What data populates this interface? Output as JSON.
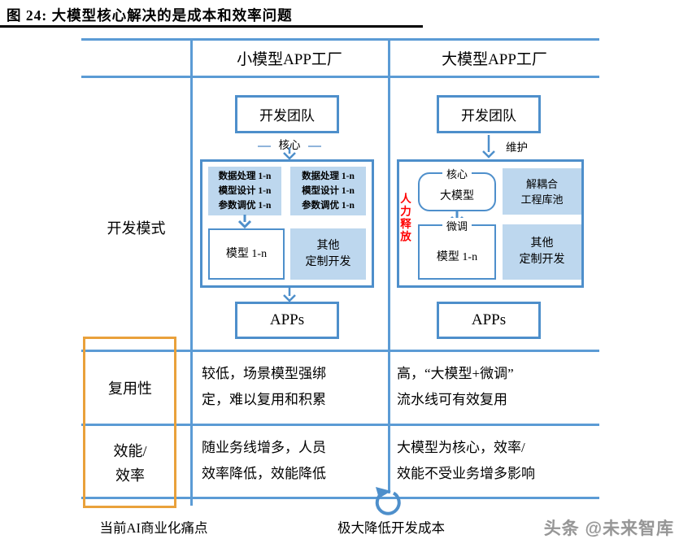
{
  "figure": {
    "title": "图 24:  大模型核心解决的是成本和效率问题"
  },
  "header": {
    "small": "小模型APP工厂",
    "large": "大模型APP工厂"
  },
  "rows": {
    "dev_mode_label": "开发模式",
    "reuse_label": "复用性",
    "eff_label_line1": "效能/",
    "eff_label_line2": "效率"
  },
  "small_factory": {
    "dev_team": "开发团队",
    "core": "核心",
    "pipeline_left": {
      "l1": "数据处理 1-n",
      "l2": "模型设计 1-n",
      "l3": "参数调优 1-n"
    },
    "pipeline_right": {
      "l1": "数据处理 1-n",
      "l2": "模型设计 1-n",
      "l3": "参数调优 1-n"
    },
    "model": "模型 1-n",
    "other": {
      "l1": "其他",
      "l2": "定制开发"
    },
    "apps": "APPs",
    "reuse": {
      "l1": "较低，场景模型强绑",
      "l2": "定，难以复用和积累"
    },
    "eff": {
      "l1": "随业务线增多，人员",
      "l2": "效率降低，效能降低"
    }
  },
  "large_factory": {
    "dev_team": "开发团队",
    "maintain": "维护",
    "manpower": "人力释放",
    "core": "核心",
    "big_model": "大模型",
    "decouple": {
      "l1": "解耦合",
      "l2": "工程库池"
    },
    "finetune": "微调",
    "model": "模型 1-n",
    "other": {
      "l1": "其他",
      "l2": "定制开发"
    },
    "apps": "APPs",
    "reuse": {
      "l1": "高，“大模型+微调”",
      "l2": "流水线可有效复用"
    },
    "eff": {
      "l1": "大模型为核心，效率/",
      "l2": "效能不受业务增多影响"
    }
  },
  "footer": {
    "pain_point": "当前AI商业化痛点",
    "cost": "极大降低开发成本",
    "watermark": "头条 @未来智库"
  },
  "colors": {
    "line_blue": "#5B9BD5",
    "border_blue": "#4E8FCB",
    "fill_blue": "#BDD7EE",
    "orange": "#E9A13B",
    "red": "#FF0000"
  }
}
